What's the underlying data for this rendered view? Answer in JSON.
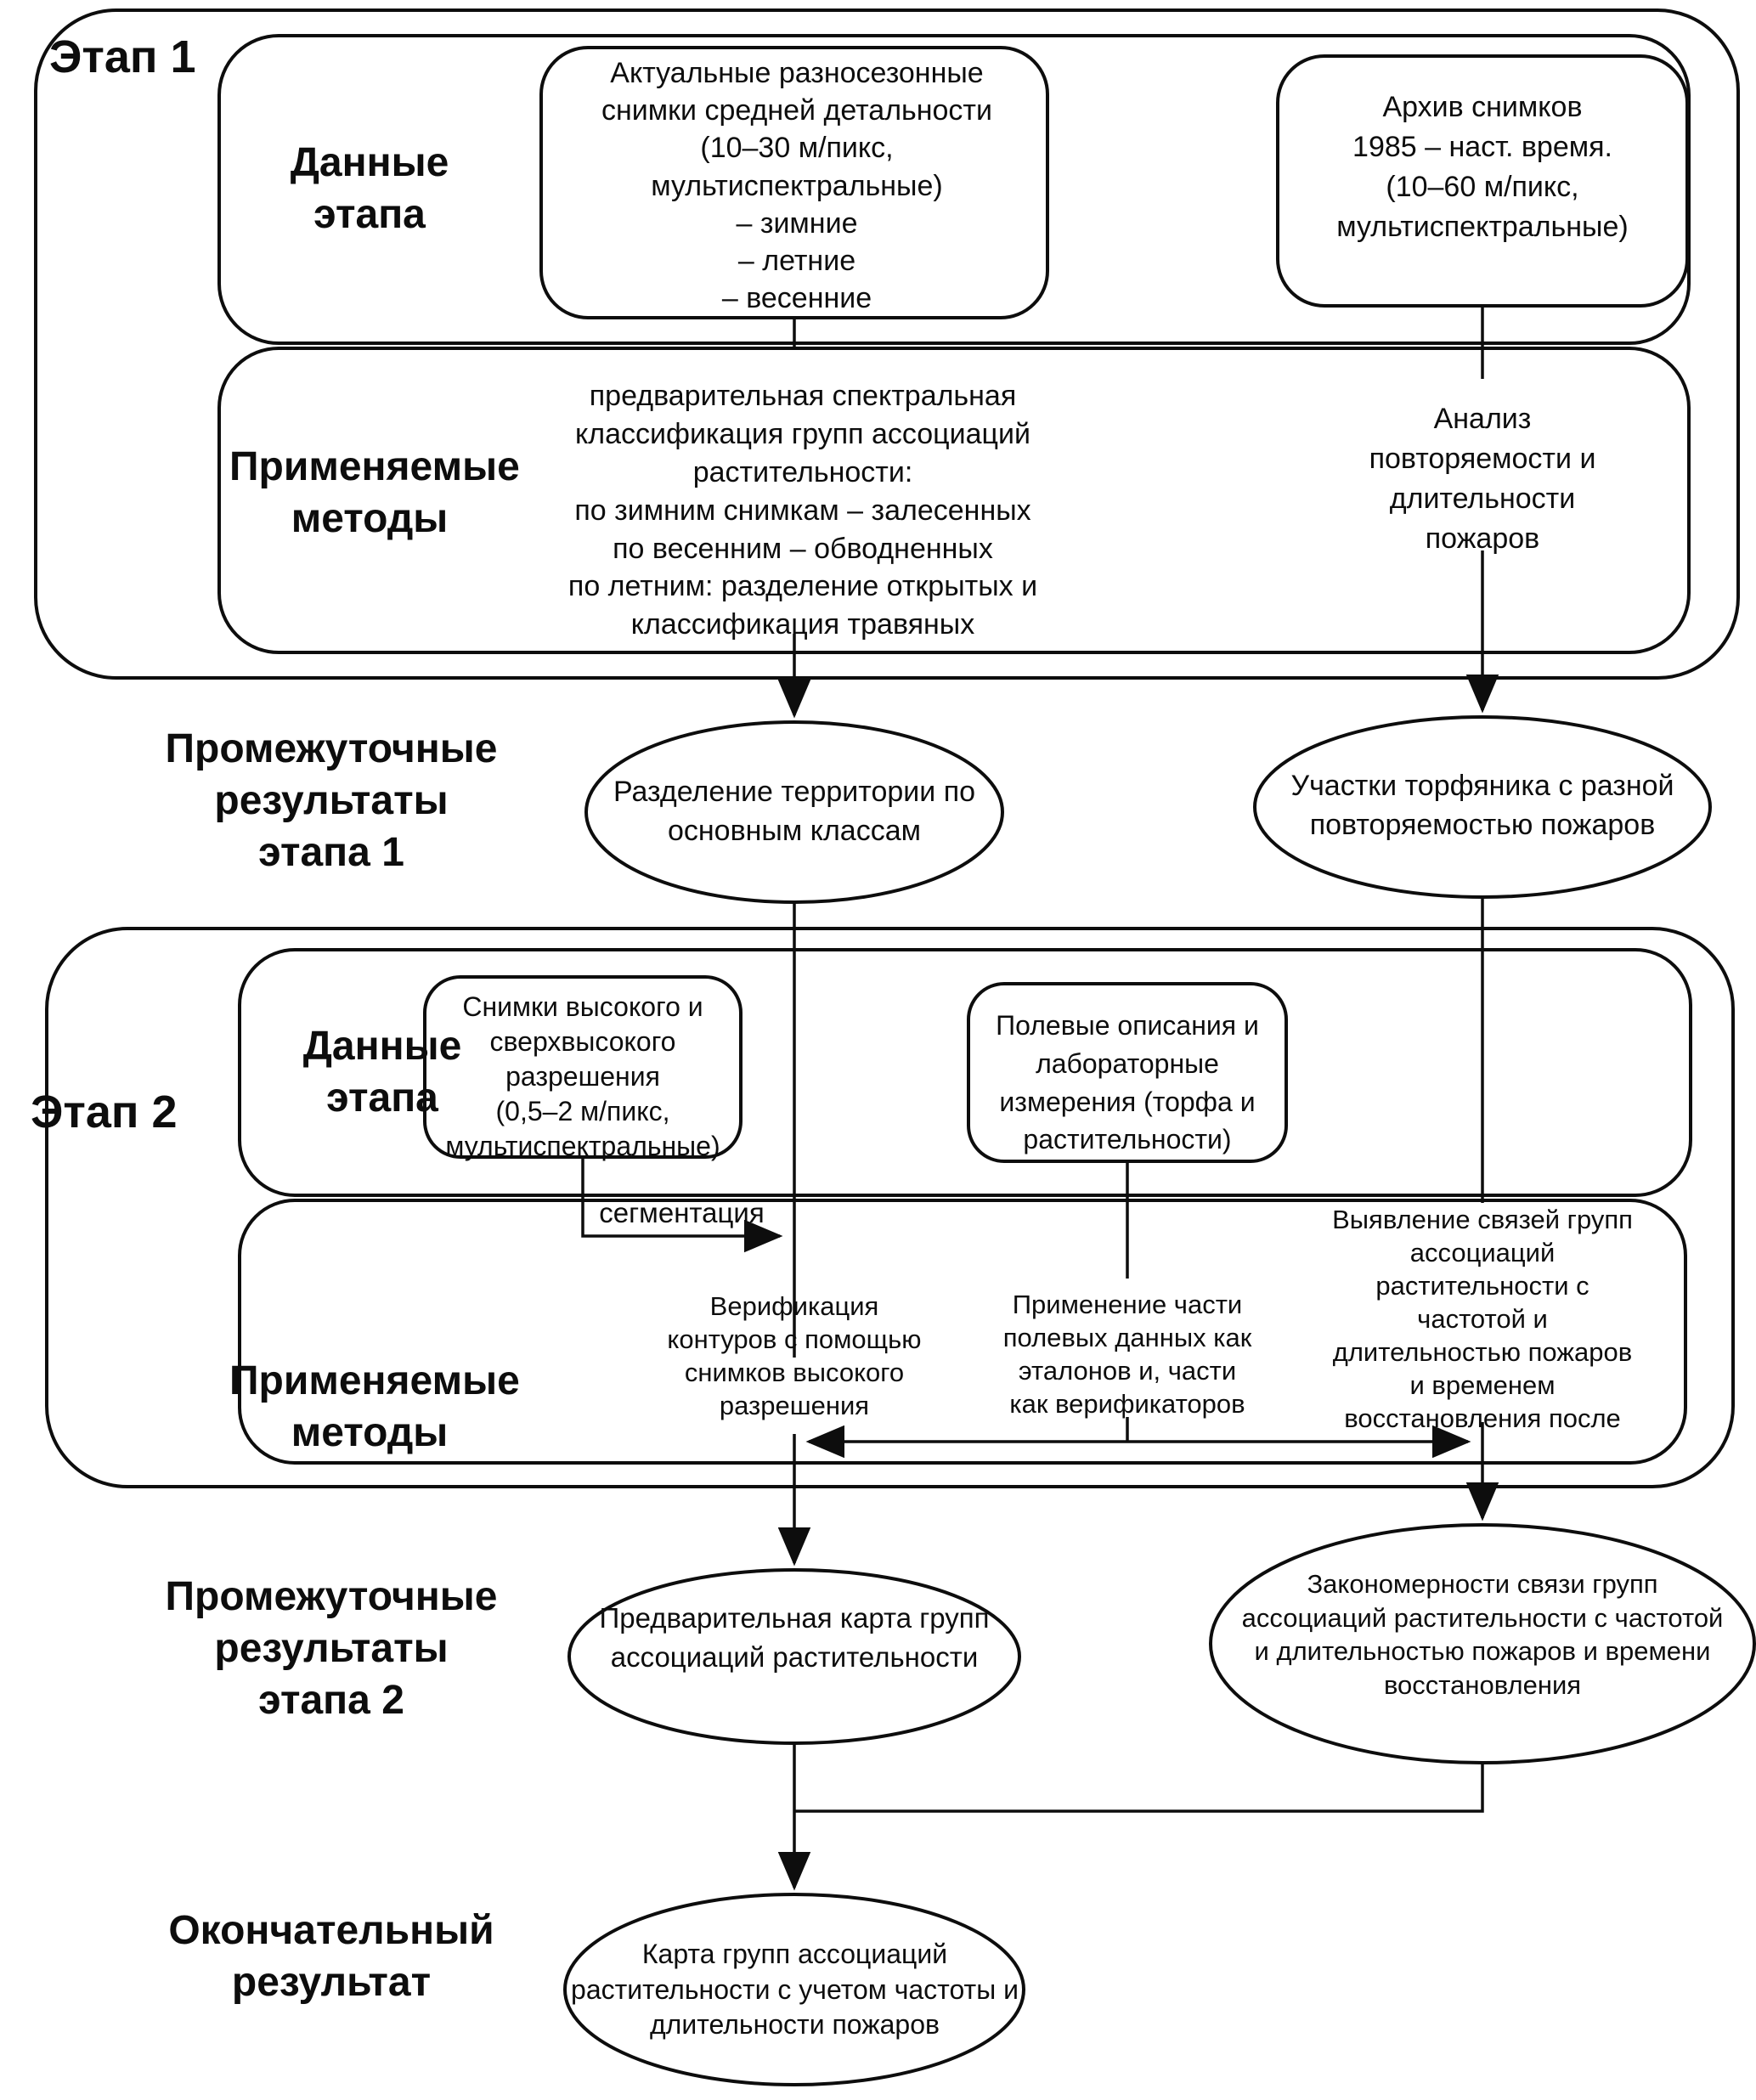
{
  "colors": {
    "stroke": "#0d0d0d",
    "background": "#ffffff"
  },
  "stage1": {
    "label": "Этап 1",
    "data_section_label": "Данные\nэтапа",
    "methods_section_label": "Применяемые\nметоды",
    "data_boxes": {
      "multiseason": "Актуальные разносезонные\nснимки средней детальности\n(10–30 м/пикс,\nмультиспектральные)\n– зимние\n– летние\n– весенние",
      "archive": "Архив снимков\n1985 – наст. время.\n(10–60 м/пикс,\nмультиспектральные)"
    },
    "methods": {
      "classification": "предварительная спектральная\nклассификация групп ассоциаций\nрастительности:\nпо зимним снимкам – залесенных\nпо весенним – обводненных\nпо летним: разделение открытых и\nклассификация травяных",
      "fire_analysis": "Анализ\nповторяемости и\nдлительности\nпожаров"
    }
  },
  "intermediate1": {
    "label": "Промежуточные\nрезультаты\nэтапа 1",
    "territory_division": "Разделение территории по\nосновным классам",
    "peat_areas": "Участки торфяника с разной\nповторяемостью пожаров"
  },
  "stage2": {
    "label": "Этап 2",
    "data_section_label": "Данные\nэтапа",
    "methods_section_label": "Применяемые\nметоды",
    "segmentation_label": "сегментация",
    "data_boxes": {
      "high_res": "Снимки высокого и\nсверхвысокого\nразрешения\n(0,5–2 м/пикс,\nмультиспектральные)",
      "field_data": "Полевые описания и\nлабораторные\nизмерения (торфа и\nрастительности)"
    },
    "methods": {
      "verification": "Верификация\nконтуров с помощью\nснимков высокого\nразрешения",
      "field_application": "Применение части\nполевых данных как\nэталонов и, части\nкак верификаторов",
      "relation_detection": "Выявление связей групп\nассоциаций\nрастительности с\nчастотой и\nдлительностью пожаров\nи временем\nвосстановления после"
    }
  },
  "intermediate2": {
    "label": "Промежуточные\nрезультаты\nэтапа 2",
    "preliminary_map": "Предварительная карта групп\nассоциаций растительности",
    "patterns": "Закономерности связи групп\nассоциаций растительности с частотой\nи длительностью пожаров и времени\nвосстановления"
  },
  "final": {
    "label": "Окончательный\nрезультат",
    "result": "Карта групп ассоциаций\nрастительности с учетом частоты и\nдлительности пожаров"
  }
}
